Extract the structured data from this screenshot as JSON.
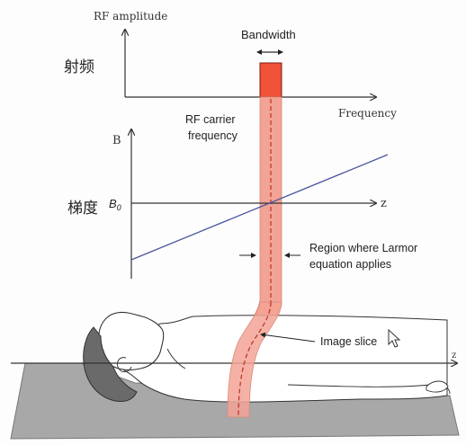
{
  "rf_panel": {
    "y_axis_label": "RF amplitude",
    "x_axis_label": "Frequency",
    "cn_label": "射频",
    "bandwidth_label": "Bandwidth",
    "carrier_label_line1": "RF carrier",
    "carrier_label_line2": "frequency"
  },
  "gradient_panel": {
    "y_axis_label": "B",
    "x_axis_label": "z",
    "b0_label": "B",
    "b0_subscript": "0",
    "cn_label": "梯度",
    "region_label_line1": "Region where Larmor",
    "region_label_line2": "equation applies"
  },
  "patient_panel": {
    "slice_label": "Image slice",
    "z_axis_label": "z"
  },
  "colors": {
    "rf_pulse": "#f0523a",
    "slice_band": "#f3a395",
    "slice_line": "#c0392b",
    "gradient_line": "#4b56a0",
    "axis": "#333333",
    "bed": "#a8a8a8",
    "hair": "#6a6a6a"
  },
  "icons": {
    "cursor": "mouse-pointer-icon"
  }
}
